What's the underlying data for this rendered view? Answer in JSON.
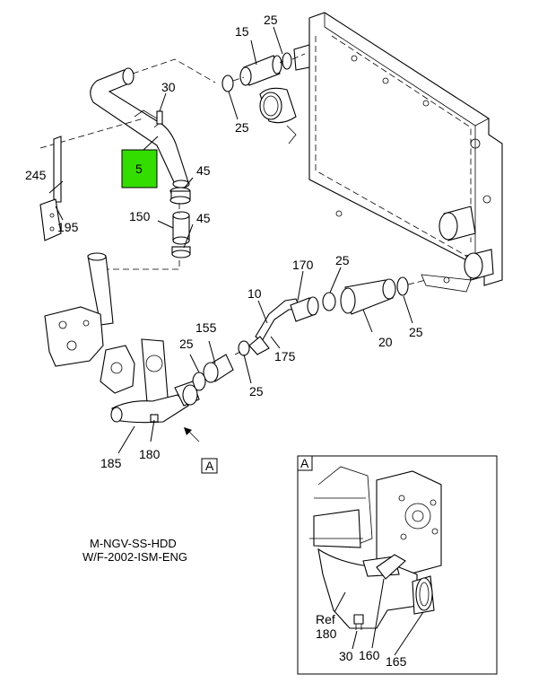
{
  "callouts": {
    "c15": "15",
    "c25a": "25",
    "c25b": "25",
    "c30": "30",
    "c5": "5",
    "c45a": "45",
    "c45b": "45",
    "c150": "150",
    "c245": "245",
    "c195": "195",
    "c170": "170",
    "c25c": "25",
    "c10": "10",
    "c25d": "25",
    "c20": "20",
    "c155": "155",
    "c25e": "25",
    "c175": "175",
    "c25f": "25",
    "c185": "185",
    "c180": "180"
  },
  "detail": {
    "view_marker": "A",
    "box_letter": "A",
    "ref_label": "Ref",
    "c180": "180",
    "c30": "30",
    "c160": "160",
    "c165": "165"
  },
  "notes": {
    "line1": "M-NGV-SS-HDD",
    "line2": "W/F-2002-ISM-ENG"
  },
  "colors": {
    "highlight": "#33dd00",
    "ink": "#000000"
  }
}
